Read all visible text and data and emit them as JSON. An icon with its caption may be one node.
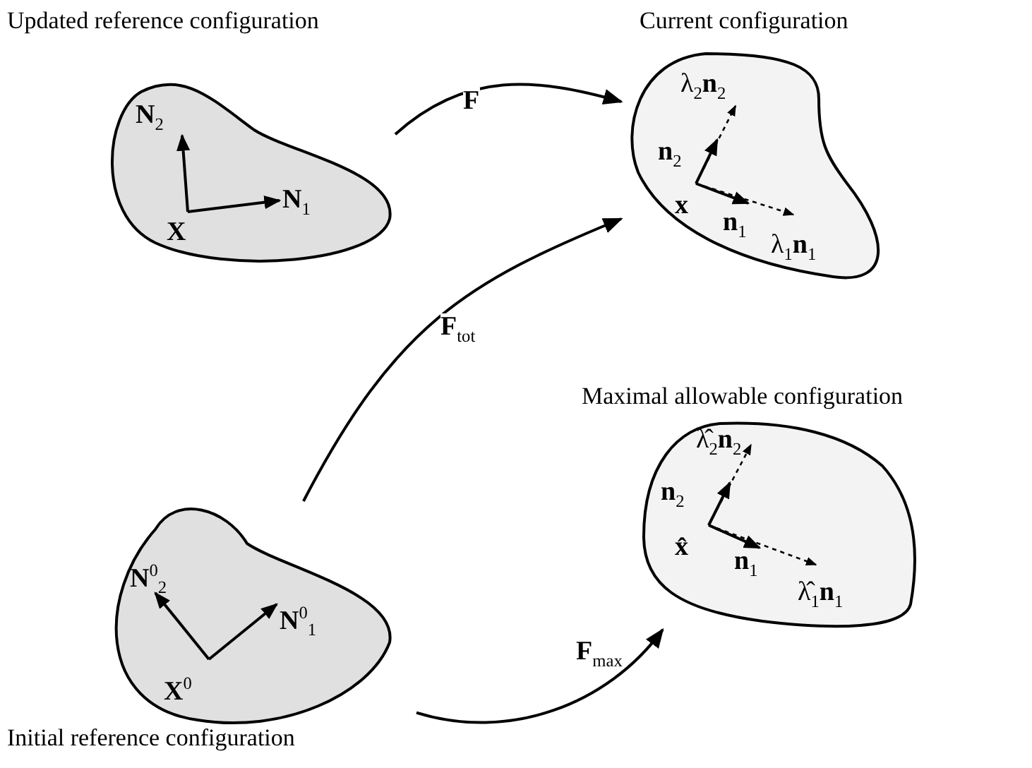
{
  "diagram": {
    "nodes": [
      {
        "text": [
          "Updated reference configuration",
          "**N**$_{2}$",
          "**N**$_{1}$",
          "**X**"
        ]
      },
      {
        "text": [
          "Current configuration",
          "λ$_{2}$**n**$_{2}$",
          "**n**$_{2}$",
          "**x**",
          "**n**$_{1}$",
          "λ$_{1}$**n**$_{1}$"
        ]
      },
      {
        "text": [
          "Maximal allowable configuration",
          "λ̂$_{2}$**n**$_{2}$",
          "**n**$_{2}$",
          "**x̂**",
          "**n**$_{1}$",
          "λ̂$_{1}$**n**$_{1}$"
        ]
      },
      {
        "text": [
          "**N**$^{0}$$_{2}$",
          "**N**$^{0}$$_{1}$",
          "**X**$^{0}$",
          "Initial reference configuration"
        ]
      }
    ],
    "edges": [
      {
        "from": 0,
        "to": 1,
        "arrow": "to",
        "label": "**F**"
      },
      {
        "from": 3,
        "to": 1,
        "arrow": "to",
        "label": "**F**$_{tot}$"
      },
      {
        "from": 3,
        "to": 2,
        "arrow": "to",
        "label": "**F**$_{max}$"
      }
    ]
  }
}
